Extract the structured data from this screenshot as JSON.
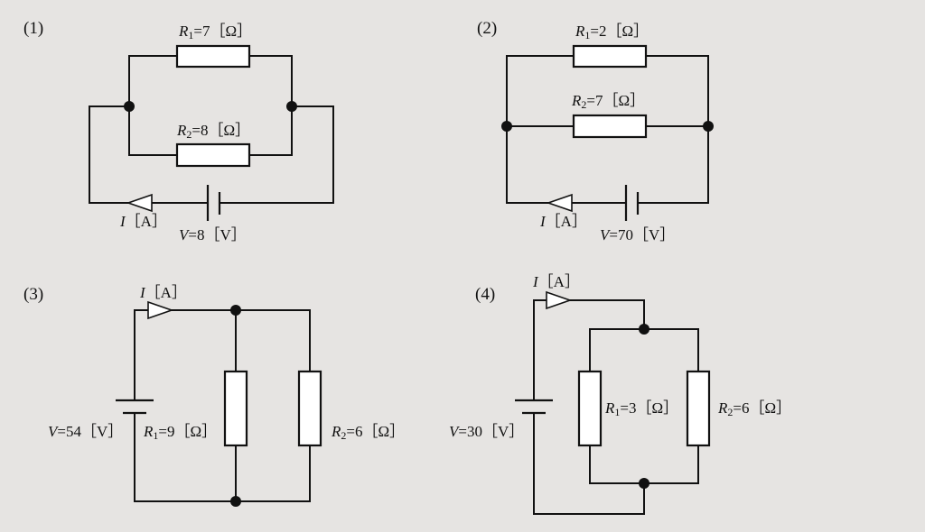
{
  "circuits": [
    {
      "number": "(1)",
      "r1": {
        "symbol": "R",
        "sub": "1",
        "rest": "=7［Ω］"
      },
      "r2": {
        "symbol": "R",
        "sub": "2",
        "rest": "=8［Ω］"
      },
      "current": {
        "symbol": "I",
        "rest": "［A］"
      },
      "voltage": {
        "symbol": "V",
        "rest": "=8［V］"
      }
    },
    {
      "number": "(2)",
      "r1": {
        "symbol": "R",
        "sub": "1",
        "rest": "=2［Ω］"
      },
      "r2": {
        "symbol": "R",
        "sub": "2",
        "rest": "=7［Ω］"
      },
      "current": {
        "symbol": "I",
        "rest": "［A］"
      },
      "voltage": {
        "symbol": "V",
        "rest": "=70［V］"
      }
    },
    {
      "number": "(3)",
      "r1": {
        "symbol": "R",
        "sub": "1",
        "rest": "=9［Ω］"
      },
      "r2": {
        "symbol": "R",
        "sub": "2",
        "rest": "=6［Ω］"
      },
      "current": {
        "symbol": "I",
        "rest": "［A］"
      },
      "voltage": {
        "symbol": "V",
        "rest": "=54［V］"
      }
    },
    {
      "number": "(4)",
      "r1": {
        "symbol": "R",
        "sub": "1",
        "rest": "=3［Ω］"
      },
      "r2": {
        "symbol": "R",
        "sub": "2",
        "rest": "=6［Ω］"
      },
      "current": {
        "symbol": "I",
        "rest": "［A］"
      },
      "voltage": {
        "symbol": "V",
        "rest": "=30［V］"
      }
    }
  ]
}
